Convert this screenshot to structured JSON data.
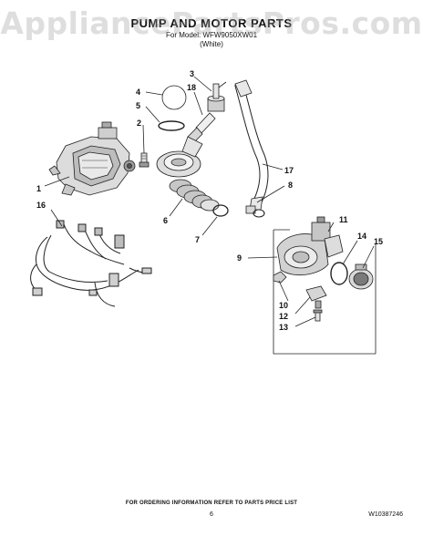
{
  "watermark": "AppliancePartsPros.com",
  "header": {
    "title": "PUMP AND MOTOR PARTS",
    "model_line": "For Model: WFW9050XW01",
    "color_line": "(White)"
  },
  "callouts": [
    "1",
    "2",
    "3",
    "4",
    "5",
    "6",
    "7",
    "8",
    "9",
    "10",
    "11",
    "12",
    "13",
    "14",
    "15",
    "16",
    "17",
    "18"
  ],
  "footer": {
    "ordering_note": "FOR ORDERING INFORMATION REFER TO PARTS PRICE LIST",
    "page_number": "6",
    "document_number": "W10387246"
  }
}
